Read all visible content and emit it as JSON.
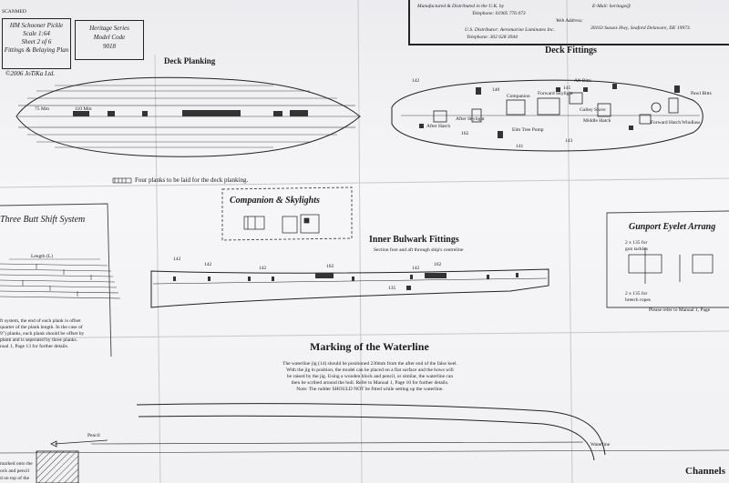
{
  "title_block": {
    "lines": [
      "HM Schooner Pickle",
      "Scale 1:64",
      "Sheet 2 of 6",
      "Fittings & Belaying Plan"
    ],
    "copyright": "©2006 JoTiKa Ltd."
  },
  "series_block": {
    "lines": [
      "Heritage Series",
      "Model Code",
      "9018"
    ]
  },
  "corner_label": "SCANMED",
  "maker_block": {
    "line1": "Manufactured & Distributed in the U.K. by",
    "phone_uk": "Telephone: 01905 776 073",
    "us_dist": "U.S. Distributor: Aeromarine Laminates Inc.",
    "us_address": "30163 Sussex Hwy, Seaford Delaware, DE 19973.",
    "phone_us": "Telephone: 302 628 3944",
    "web": "Web Address:",
    "email": "E-Mail: heritage@"
  },
  "headings": {
    "deck_planking": "Deck Planking",
    "deck_fittings": "Deck Fittings",
    "three_butt": "Three Butt Shift System",
    "companion": "Companion & Skylights",
    "inner_bulwark": "Inner Bulwark Fittings",
    "inner_bulwark_sub": "Section fore and aft through ship's centreline",
    "gunport": "Gunport Eyelet Arrang",
    "waterline": "Marking of the Waterline",
    "channels": "Channels"
  },
  "notes": {
    "planking": "Four planks to be laid for the deck planking.",
    "length": "Length (L)",
    "butt_shift": [
      "ft system, the end of each plank is offset",
      "quarter of the plank length. In the case of",
      "9\") planks, each plank should be offset by",
      "plank and is seperated by three planks.",
      "nual 1, Page 13 for further details."
    ],
    "waterline_text": [
      "The waterline jig (14) should be positioned 230mm from the after end of the false keel.",
      "With the jig in position, the model can be placed on a flat surface and the bows will",
      "be raised by the jig. Using a wooden block and pencil, or similar, the waterline can",
      "then be scribed around the hull. Refer to Manual 1, Page 10 for further details.",
      "Note: The rudder SHOULD NOT be fitted while setting up the waterline."
    ],
    "gunport_notes": [
      "2 x 135 for",
      "gun tackles",
      "2 x 135 for",
      "breech ropes"
    ],
    "gunport_ref": "Please refer to Manual 1, Page",
    "waterline_label": "Waterline",
    "pencil": "Pencil",
    "bottom_left": [
      "marked onto the",
      "ock and pencil",
      "d on top of the"
    ],
    "planking_dims": [
      "75 Mm",
      "110 Mm"
    ]
  },
  "fittings_labels": [
    "142",
    "145",
    "140",
    "162",
    "141",
    "143",
    "Companion",
    "Forward Skylight",
    "After Hatch",
    "After Skylight",
    "Elm Tree Pump",
    "Galley Stove",
    "Middle Hatch",
    "Forward Hatch",
    "Windlass",
    "Pawl Bitts",
    "Aft Bitts"
  ],
  "bulwark_labels": [
    "142",
    "142",
    "142",
    "162",
    "135",
    "142",
    "162"
  ],
  "colors": {
    "paper": "#f3f3f5",
    "ink": "#1b1b1f",
    "backdrop": "#dcdcdf"
  }
}
